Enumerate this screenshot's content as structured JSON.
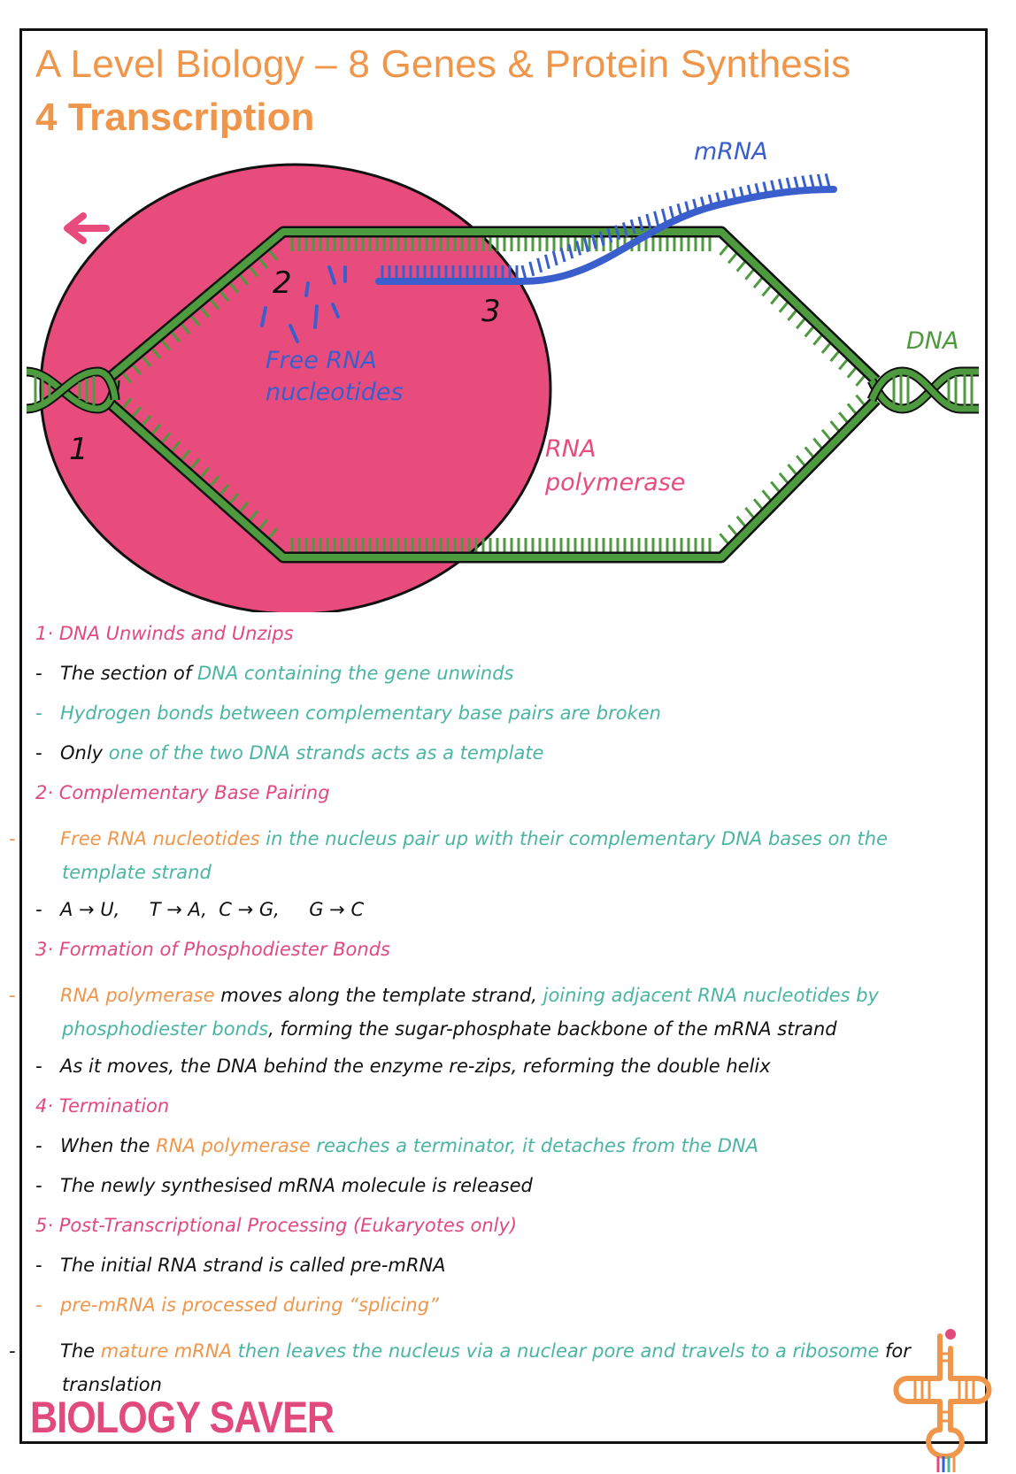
{
  "header": {
    "title_line1": "A Level Biology – 8 Genes & Protein Synthesis",
    "title_line2": "4 Transcription"
  },
  "diagram": {
    "labels": {
      "mrna": "mRNA",
      "dna": "DNA",
      "free_rna": "Free RNA",
      "nucleotides": "nucleotides",
      "rna": "RNA",
      "polymerase": "polymerase",
      "step1": "1",
      "step2": "2",
      "step3": "3"
    },
    "colors": {
      "enzyme": "#e84c7d",
      "dna": "#4e9a3f",
      "mrna": "#3a5fcd",
      "arrow": "#e84c7d"
    },
    "icons": [
      "left-arrow-icon"
    ]
  },
  "notes": {
    "s1": {
      "heading": "1· DNA Unwinds and Unzips",
      "b1_a": "The section of ",
      "b1_b": "DNA containing the gene unwinds",
      "b2": "Hydrogen bonds between complementary base pairs are broken",
      "b3_a": "Only ",
      "b3_b": "one of the two DNA strands acts as a template"
    },
    "s2": {
      "heading": "2· Complementary Base Pairing",
      "b1_a": "Free RNA nucleotides",
      "b1_b": " in the nucleus pair up with their complementary DNA bases on the template strand",
      "b2": "A → U,     T → A,  C → G,     G → C"
    },
    "s3": {
      "heading": "3· Formation of Phosphodiester Bonds",
      "b1_a": "RNA polymerase",
      "b1_b": " moves along the template strand, ",
      "b1_c": "joining adjacent RNA nucleotides by phosphodiester bonds",
      "b1_d": ", forming the sugar-phosphate backbone of the mRNA strand",
      "b2": "As it moves, the DNA behind the enzyme re-zips, reforming the double helix"
    },
    "s4": {
      "heading": "4· Termination",
      "b1_a": "When the ",
      "b1_b": "RNA polymerase",
      "b1_c": " reaches a terminator, it detaches from the DNA",
      "b2": "The newly synthesised mRNA molecule is released"
    },
    "s5": {
      "heading": "5· Post-Transcriptional Processing (Eukaryotes only)",
      "b1": "The initial RNA strand is called pre-mRNA",
      "b2": "pre-mRNA is processed during “splicing”",
      "b3_a": "The ",
      "b3_b": "mature mRNA",
      "b3_c": " then leaves the nucleus via a nuclear pore and travels to a ",
      "b3_d": "ribosome",
      "b3_e": " for translation"
    }
  },
  "footer": {
    "logo_text": "BIOLOGY SAVER",
    "icons": [
      "trna-icon"
    ]
  }
}
